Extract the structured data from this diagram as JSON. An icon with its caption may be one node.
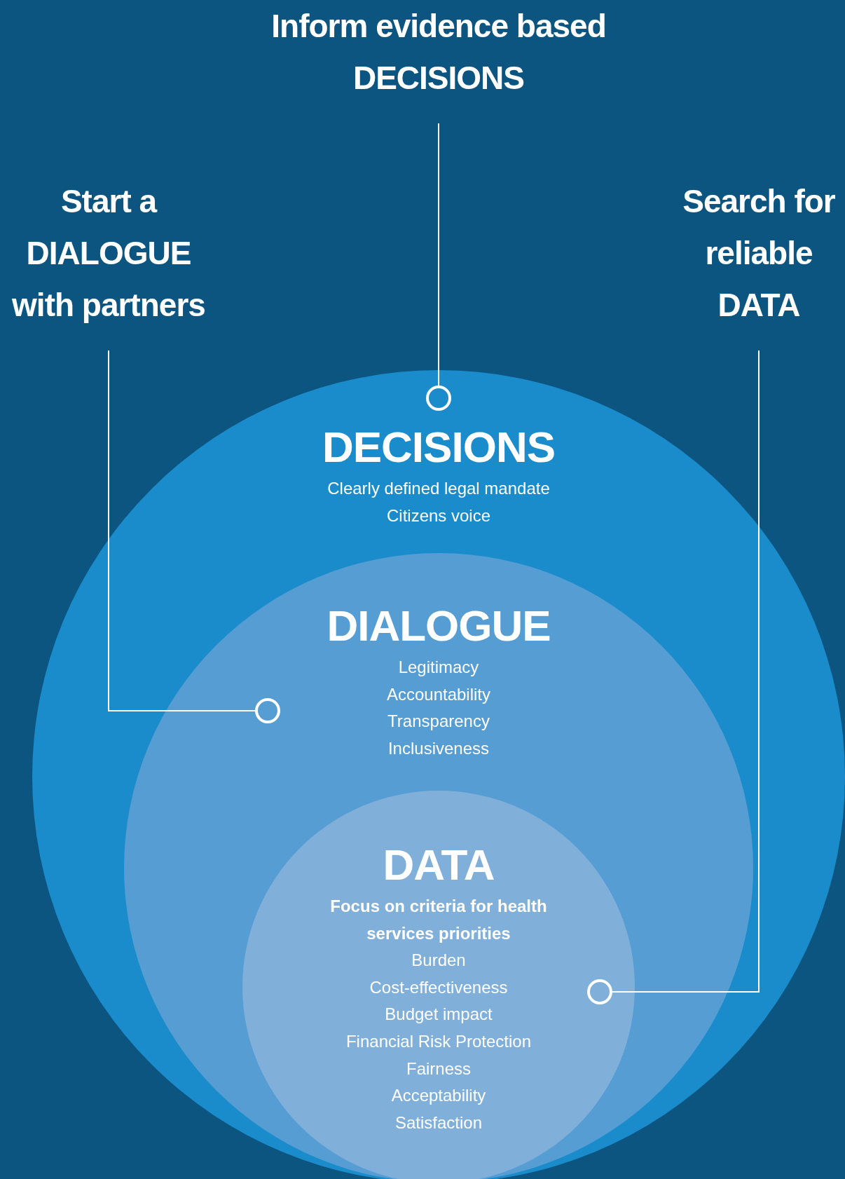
{
  "diagram": {
    "nodes": [
      {
        "text": [
          "Inform evidence based DECISIONS"
        ]
      },
      {
        "text": [
          "Start a DIALOGUE with partners"
        ]
      },
      {
        "text": [
          "Search for reliable DATA"
        ]
      },
      {
        "text": [
          "DECISIONS",
          "Clearly defined legal mandate",
          "Citizens voice"
        ]
      },
      {
        "text": [
          "DIALOGUE",
          "Legitimacy",
          "Accountability",
          "Transparency",
          "Inclusiveness"
        ],
        "in": 3
      },
      {
        "text": [
          "DATA",
          "Focus on criteria for health services priorities",
          "Burden",
          "Cost-effectiveness",
          "Budget impact",
          "Financial Risk Protection",
          "Fairness",
          "Acceptability",
          "Satisfaction"
        ],
        "in": 4
      }
    ],
    "edges": [
      {
        "from": 0,
        "to": 3,
        "arrow": "other"
      },
      {
        "from": 1,
        "to": 4,
        "arrow": "other"
      },
      {
        "from": 2,
        "to": 5,
        "arrow": "other"
      }
    ]
  }
}
